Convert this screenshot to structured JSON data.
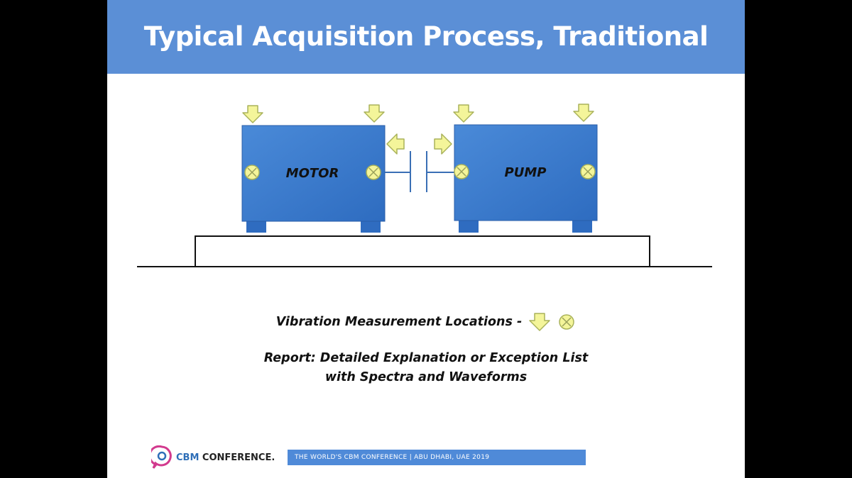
{
  "slide": {
    "title": "Typical Acquisition Process, Traditional"
  },
  "diagram": {
    "machines": [
      {
        "label": "MOTOR"
      },
      {
        "label": "PUMP"
      }
    ]
  },
  "legend": {
    "text": "Vibration Measurement Locations -",
    "icons": [
      "arrow-down-icon",
      "circled-x-icon"
    ]
  },
  "report": {
    "line1": "Report: Detailed Explanation or Exception List",
    "line2": "with Spectra and Waveforms"
  },
  "footer": {
    "logo_brand": "CBM",
    "logo_word": "CONFERENCE.",
    "tagline": "THE WORLD'S CBM CONFERENCE  |  ABU DHABI, UAE 2019"
  },
  "colors": {
    "title_bar": "#5b8fd6",
    "machine_fill": "#3d7fd1",
    "marker_fill": "#f4f59a",
    "marker_stroke": "#a9b25a",
    "footer_bar": "#4f8ad8"
  }
}
